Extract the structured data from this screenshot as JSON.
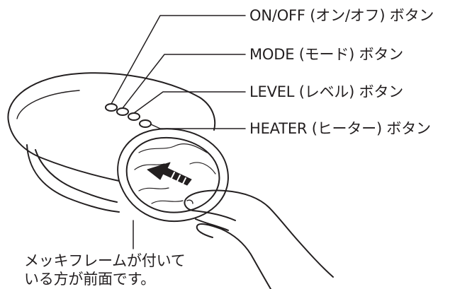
{
  "diagram": {
    "callouts": {
      "onoff": "ON/OFF (オン/オフ) ボタン",
      "mode": "MODE (モード) ボタン",
      "level": "LEVEL (レベル) ボタン",
      "heater": "HEATER (ヒーター) ボタン"
    },
    "front_note": {
      "line1": "メッキフレームが付いて",
      "line2": "いる方が前面です。"
    },
    "colors": {
      "line": "#231f20",
      "background": "#ffffff"
    },
    "icons": {
      "arrow": "insert-arrow-icon",
      "hand": "hand-illustration"
    }
  }
}
